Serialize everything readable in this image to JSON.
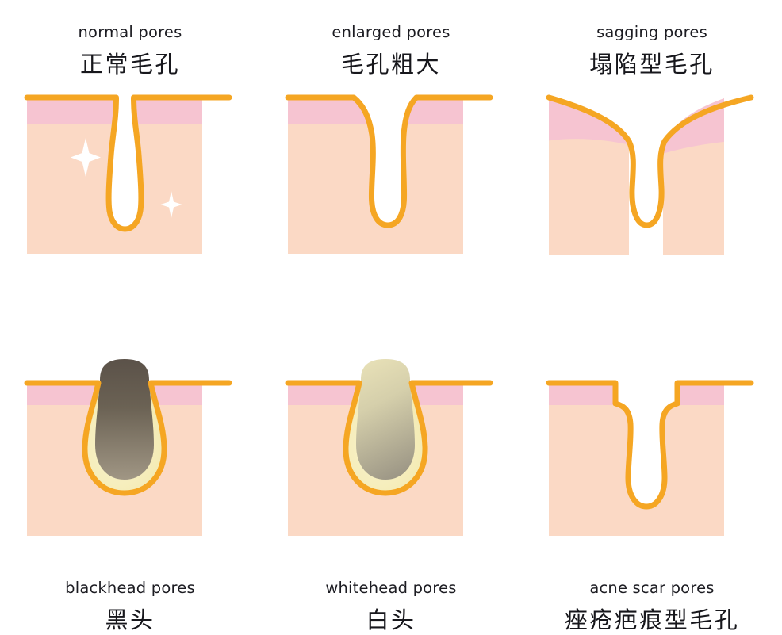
{
  "diagram": {
    "title": "Pore Types Illustration",
    "columns": 3,
    "rows": 2,
    "background_color": "#ffffff"
  },
  "colors": {
    "outline_orange": "#f5a623",
    "outline_orange_light": "#fbb93a",
    "epidermis_pink": "#f6c4d1",
    "dermis_peach": "#fbd9c5",
    "dermis_peach_light": "#fcdfcd",
    "pore_white": "#ffffff",
    "sebum_yellow": "#f7efbe",
    "blackhead_dark": "#4f473e",
    "blackhead_mid": "#6e6557",
    "blackhead_light": "#9a9283",
    "whitehead_light": "#e3dcb4",
    "whitehead_mid": "#c6bfa2",
    "whitehead_dark": "#9a9484",
    "text_dark": "#17171c",
    "sparkle_white": "#ffffff"
  },
  "panels": [
    {
      "id": "normal-pores",
      "label_en": "normal pores",
      "label_cn": "正常毛孔",
      "row": 0,
      "column": 0,
      "features": [
        "flat-skin-surface",
        "narrow-pore-channel",
        "sparkles"
      ],
      "sparkle_count": 2
    },
    {
      "id": "enlarged-pores",
      "label_en": "enlarged pores",
      "label_cn": "毛孔粗大",
      "row": 0,
      "column": 1,
      "features": [
        "flat-skin-surface",
        "wide-funnel-pore-channel"
      ],
      "sparkle_count": 0
    },
    {
      "id": "sagging-pores",
      "label_en": "sagging pores",
      "label_cn": "塌陷型毛孔",
      "row": 0,
      "column": 2,
      "features": [
        "sloped-sunken-skin-surface",
        "teardrop-pore-channel"
      ],
      "sparkle_count": 0
    },
    {
      "id": "blackhead-pores",
      "label_en": "blackhead pores",
      "label_cn": "黑头",
      "row": 1,
      "column": 0,
      "features": [
        "flat-skin-surface",
        "bulb-pore-chamber",
        "dark-plug-protruding",
        "sebum-pool"
      ],
      "sparkle_count": 0
    },
    {
      "id": "whitehead-pores",
      "label_en": "whitehead pores",
      "label_cn": "白头",
      "row": 1,
      "column": 1,
      "features": [
        "flat-skin-surface",
        "bulb-pore-chamber",
        "pale-plug-protruding",
        "sebum-pool"
      ],
      "sparkle_count": 0
    },
    {
      "id": "acne-scar-pores",
      "label_en": "acne scar pores",
      "label_cn": "痤疮疤痕型毛孔",
      "row": 1,
      "column": 2,
      "features": [
        "flat-skin-surface",
        "stepped-crater-pore-channel"
      ],
      "sparkle_count": 0
    }
  ]
}
